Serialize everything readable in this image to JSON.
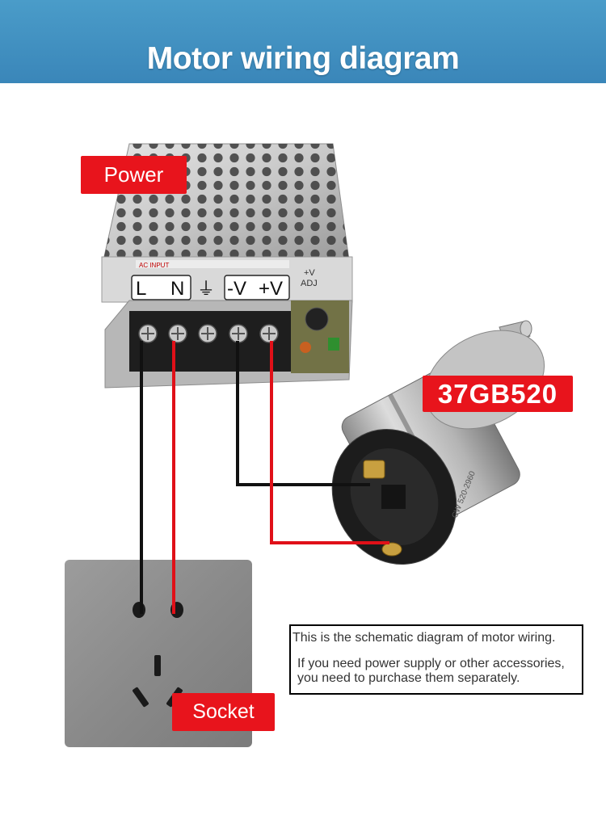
{
  "header": {
    "title": "Motor wiring diagram"
  },
  "labels": {
    "power": "Power",
    "socket": "Socket",
    "motor_model": "37GB520"
  },
  "terminals": [
    "L",
    "N",
    "⏚",
    "-V",
    "+V"
  ],
  "psu": {
    "adj_top": "+V",
    "adj_bottom": "ADJ",
    "ac_input": "AC INPUT"
  },
  "note": {
    "line1": "This is the schematic diagram of motor wiring.",
    "line2": "If you need power supply or other accessories, you need to purchase them separately."
  },
  "colors": {
    "header": "#3a8fc2",
    "label_red": "#e8141c",
    "wire_black": "#111111",
    "wire_red": "#e01018"
  }
}
